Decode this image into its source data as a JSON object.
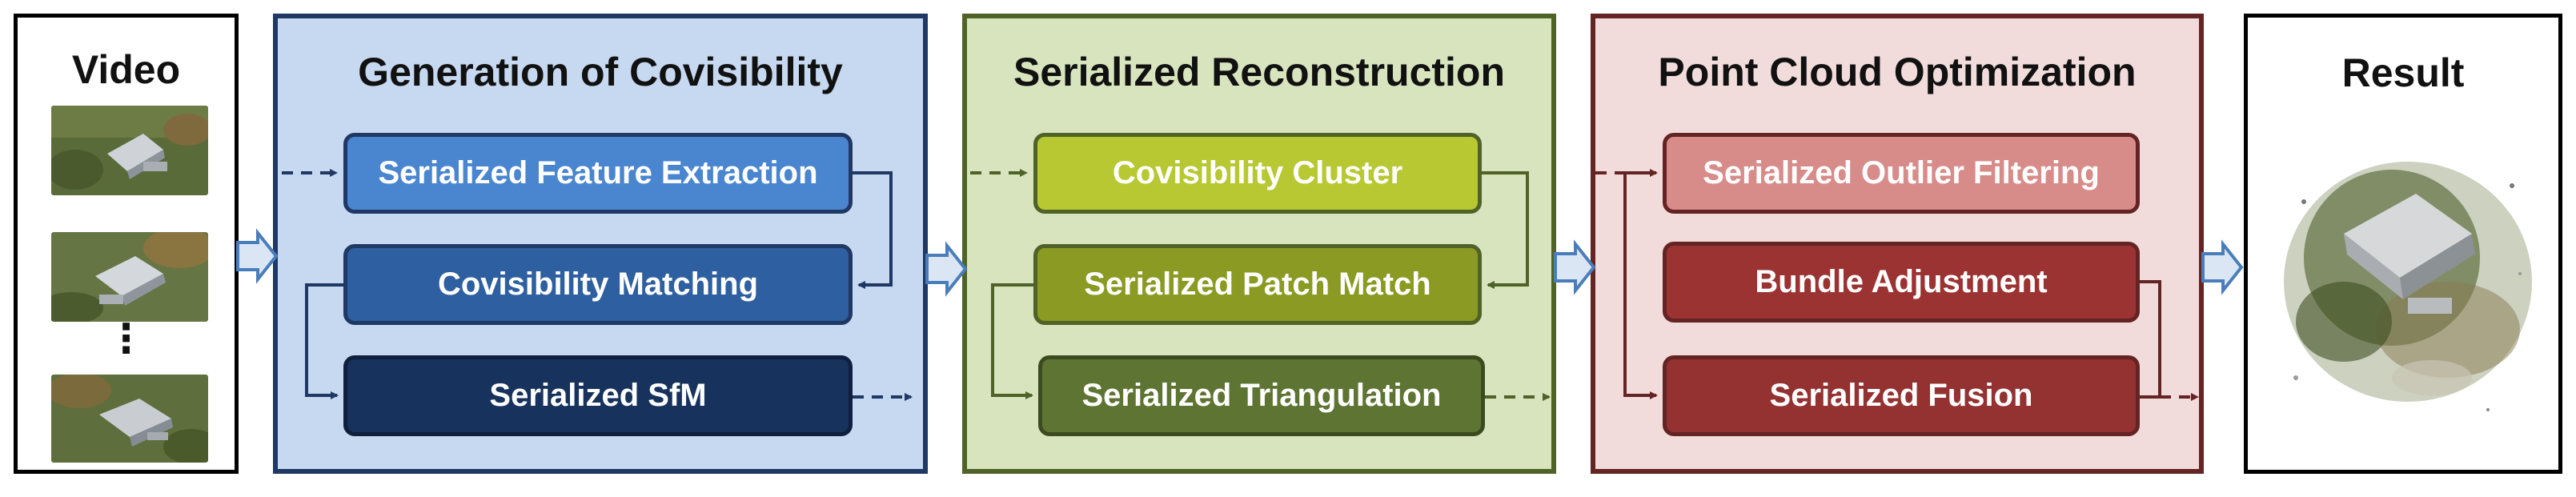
{
  "video": {
    "title": "Video",
    "ellipsis": "⋮",
    "frames": [
      "aerial-frame-1",
      "aerial-frame-2",
      "aerial-frame-3"
    ]
  },
  "stage1": {
    "title": "Generation of Covisibility",
    "steps": [
      "Serialized Feature Extraction",
      "Covisibility Matching",
      "Serialized SfM"
    ]
  },
  "stage2": {
    "title": "Serialized Reconstruction",
    "steps": [
      "Covisibility Cluster",
      "Serialized Patch Match",
      "Serialized Triangulation"
    ]
  },
  "stage3": {
    "title": "Point Cloud Optimization",
    "steps": [
      "Serialized Outlier Filtering",
      "Bundle Adjustment",
      "Serialized Fusion"
    ]
  },
  "result": {
    "title": "Result",
    "image": "reconstructed-point-cloud"
  },
  "colors": {
    "stage1_bg": "#c6d9f1",
    "stage1_border": "#1f3864",
    "stage2_bg": "#d7e4bd",
    "stage2_border": "#4f6228",
    "stage3_bg": "#f2dcdb",
    "stage3_border": "#632423",
    "arrow_fill": "#dbe6f4",
    "arrow_stroke": "#4a7ebb"
  }
}
